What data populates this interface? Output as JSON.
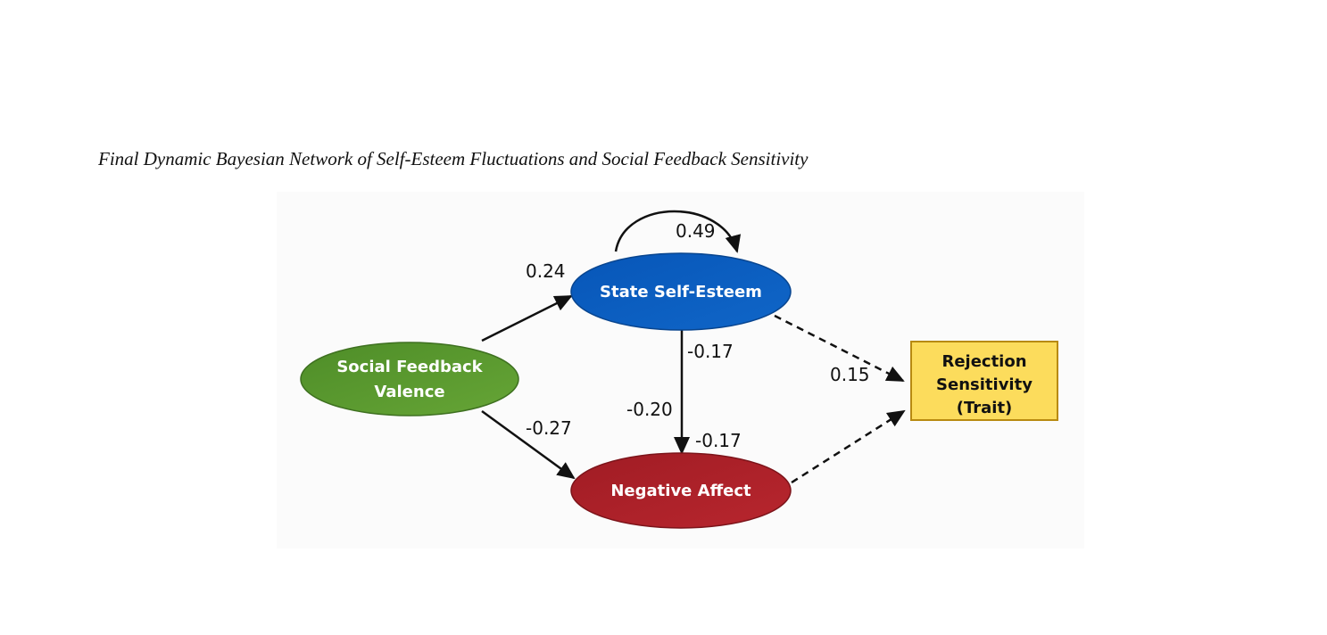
{
  "title": "Final Dynamic Bayesian Network of Self-Esteem Fluctuations and Social Feedback Sensitivity",
  "colors": {
    "social_feedback": "#5a9a2f",
    "state_self_esteem": "#0a5ec0",
    "negative_affect": "#ad2129",
    "rejection_sensitivity": "#fcdc5c"
  },
  "nodes": {
    "social_feedback": {
      "line1": "Social Feedback",
      "line2": "Valence"
    },
    "state_self_esteem": {
      "label": "State Self-Esteem"
    },
    "negative_affect": {
      "label": "Negative Affect"
    },
    "rejection_sensitivity": {
      "line1": "Rejection",
      "line2": "Sensitivity",
      "line3": "(Trait)"
    }
  },
  "edges": {
    "sse_autoregressive": "0.49",
    "sf_to_sse": "0.24",
    "sse_to_na_a": "-0.17",
    "sse_to_rs": "0.15",
    "sse_to_na_b": "-0.20",
    "sse_to_na_c": "-0.17",
    "sf_to_na": "-0.27"
  }
}
